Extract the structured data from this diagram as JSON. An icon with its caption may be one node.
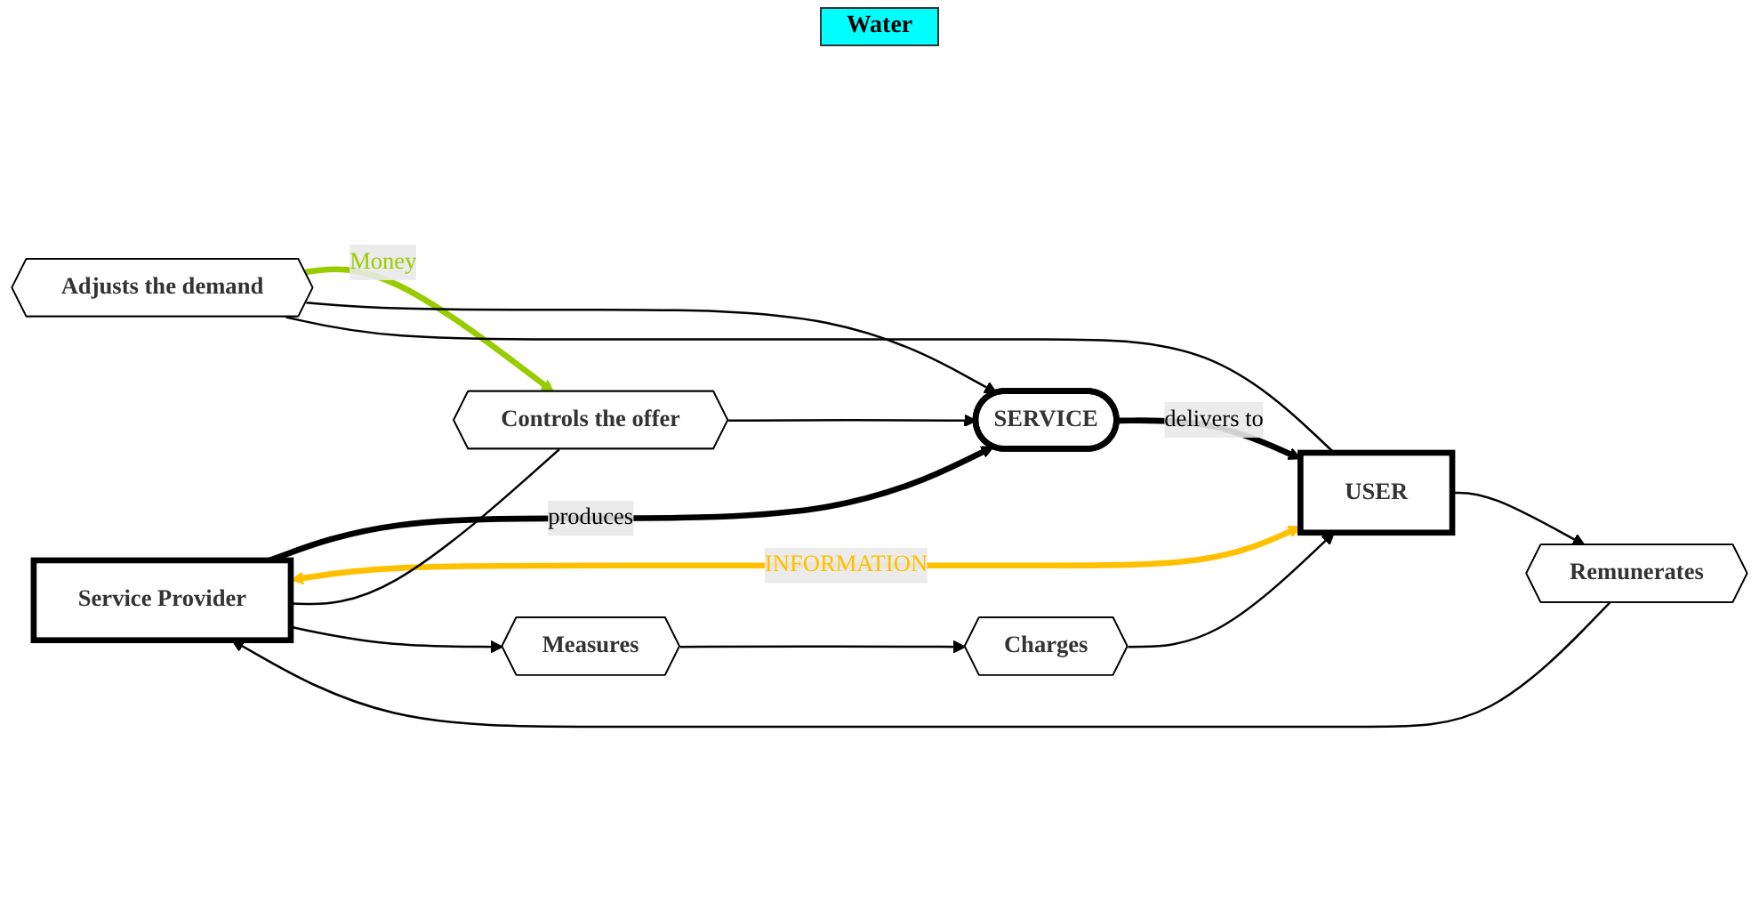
{
  "diagram": {
    "nodes": [
      {
        "text": [
          "Service Provider"
        ]
      },
      {
        "text": [
          "USER"
        ]
      },
      {
        "text": [
          "SERVICE"
        ]
      },
      {
        "text": [
          "Remunerates"
        ]
      },
      {
        "text": [
          "Controls the offer"
        ]
      },
      {
        "text": [
          "Adjusts the demand"
        ]
      },
      {
        "text": [
          "Measures"
        ]
      },
      {
        "text": [
          "Charges"
        ]
      }
    ],
    "edges": [
      {
        "from": 0,
        "to": 2,
        "arrow": "to",
        "label": "produces",
        "style": "thick"
      },
      {
        "from": 2,
        "to": 1,
        "arrow": "to",
        "label": "delivers to",
        "style": "thick"
      },
      {
        "from": 5,
        "to": 4,
        "arrow": "to",
        "label": "Money",
        "style": "thick",
        "color": "#99cc00"
      },
      {
        "from": 0,
        "to": 1,
        "arrow": "both",
        "label": "INFORMATION",
        "style": "thick",
        "color": "#ffc000"
      },
      {
        "from": 0,
        "to": 4,
        "arrow": "none"
      },
      {
        "from": 4,
        "to": 2,
        "arrow": "to"
      },
      {
        "from": 5,
        "to": 2,
        "arrow": "to"
      },
      {
        "from": 5,
        "to": 1,
        "arrow": "none"
      },
      {
        "from": 1,
        "to": 3,
        "arrow": "to"
      },
      {
        "from": 3,
        "to": 0,
        "arrow": "to"
      },
      {
        "from": 0,
        "to": 6,
        "arrow": "to"
      },
      {
        "from": 6,
        "to": 7,
        "arrow": "to"
      },
      {
        "from": 7,
        "to": 1,
        "arrow": "to"
      }
    ],
    "labels": [
      "Water"
    ]
  }
}
